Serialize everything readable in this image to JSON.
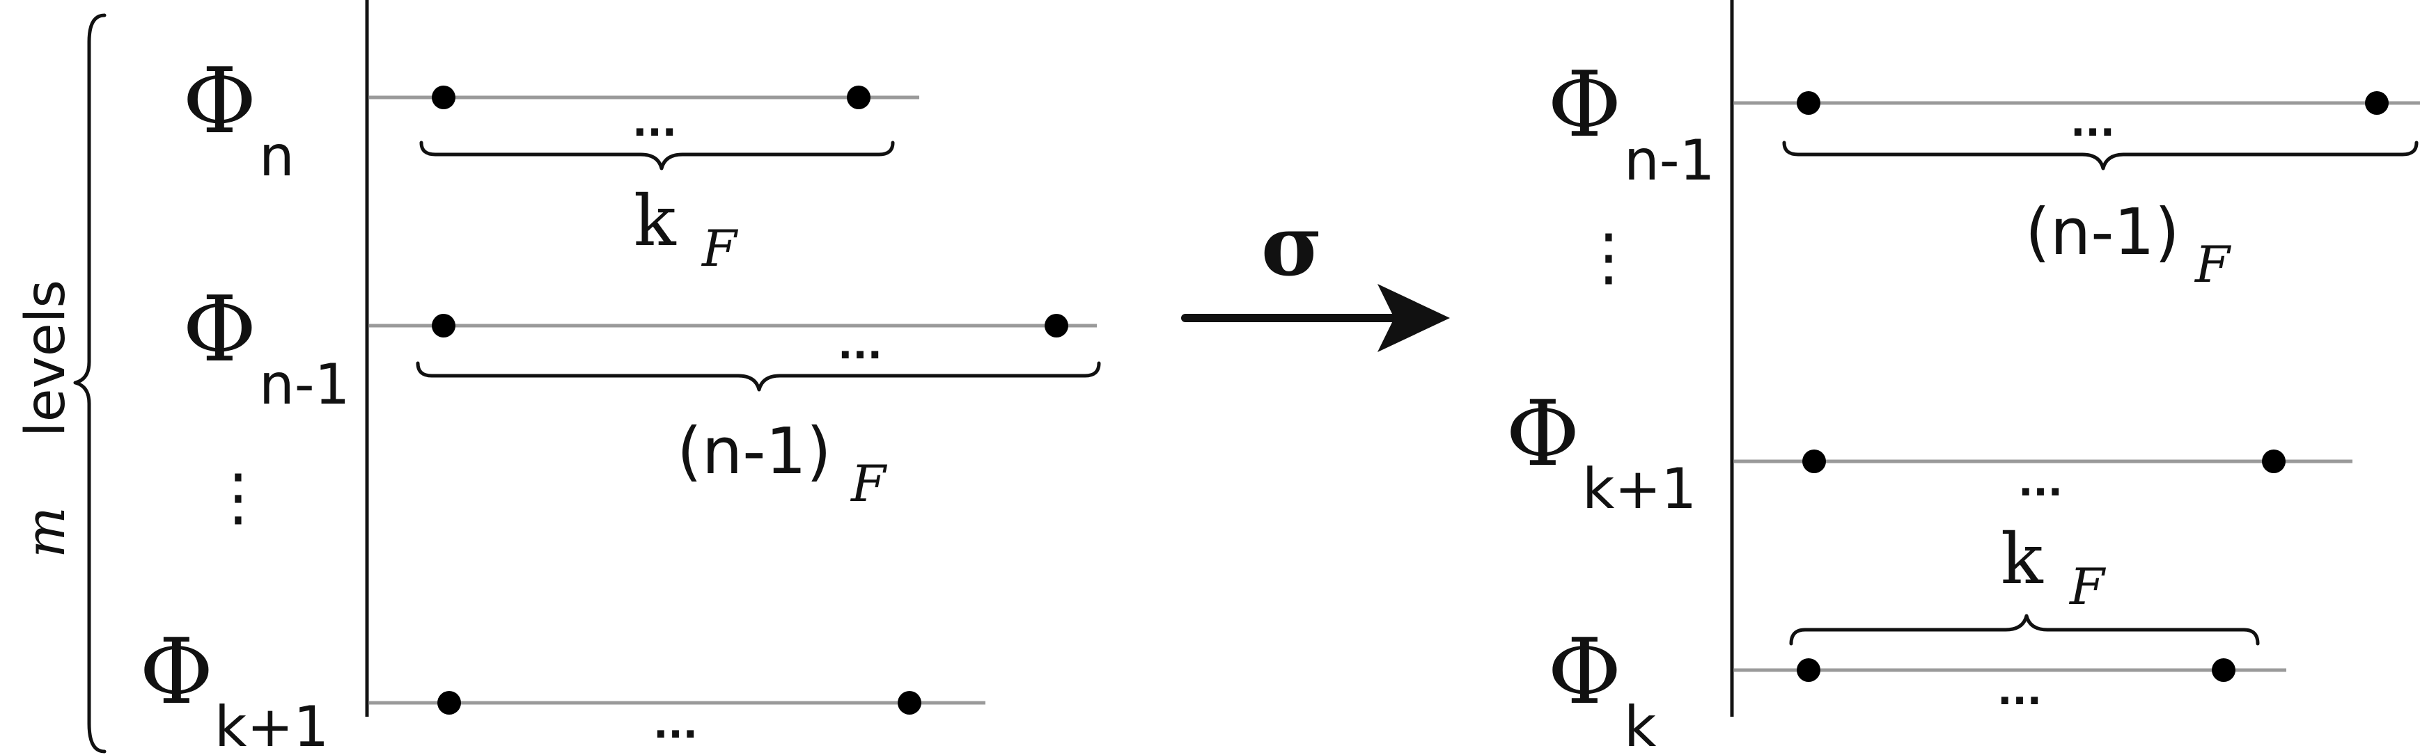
{
  "left_panel": {
    "side_label_var": "m",
    "side_label_text": "levels",
    "levels": [
      {
        "phi": "Φ",
        "sub": "n",
        "brace_label": "k",
        "brace_sub": "F",
        "dots": "..."
      },
      {
        "phi": "Φ",
        "sub": "n-1",
        "brace_label": "(n-1)",
        "brace_sub": "F",
        "dots": "..."
      },
      {
        "phi": "Φ",
        "sub": "k+1",
        "dots": "..."
      }
    ],
    "vdots": "⋮"
  },
  "arrow": {
    "label": "σ"
  },
  "right_panel": {
    "levels": [
      {
        "phi": "Φ",
        "sub": "n-1",
        "brace_label": "(n-1)",
        "brace_sub": "F",
        "dots": "..."
      },
      {
        "phi": "Φ",
        "sub": "k+1",
        "dots": "..."
      },
      {
        "phi": "Φ",
        "sub": "k",
        "brace_label": "k",
        "brace_sub": "F",
        "dots": "..."
      }
    ],
    "vdots": "⋮"
  }
}
